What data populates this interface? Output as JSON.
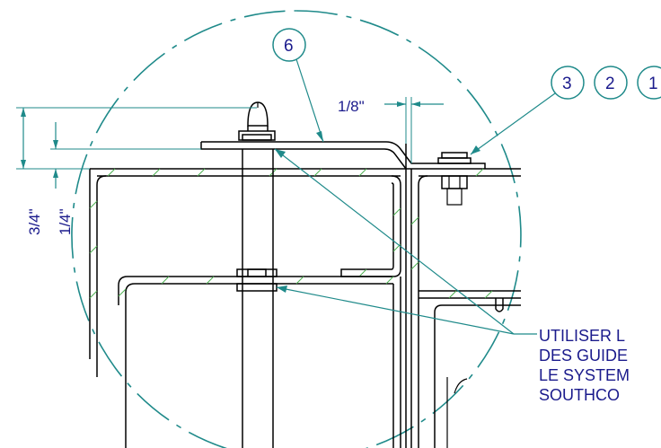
{
  "colors": {
    "line": "#000000",
    "leader": "#1f8a8a",
    "text": "#1a1a8c",
    "hatch": "#4caf50"
  },
  "dimensions": {
    "gap": "1/8\"",
    "total_height": "3/4\"",
    "small_height": "1/4\""
  },
  "balloons": {
    "b6": "6",
    "b3": "3",
    "b2": "2",
    "b1": "1"
  },
  "note": {
    "line1": "UTILISER L",
    "line2": "DES GUIDE",
    "line3": "LE SYSTEM",
    "line4": "SOUTHCO"
  }
}
